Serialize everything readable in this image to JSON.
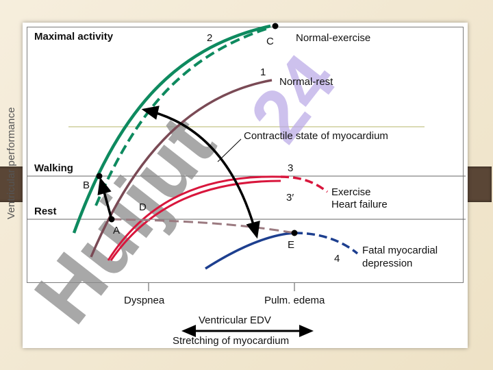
{
  "diagram": {
    "y_axis_label": "Ventricular performance",
    "levels": {
      "max": "Maximal activity",
      "walking": "Walking",
      "rest": "Rest"
    },
    "curves": [
      {
        "id": "2",
        "name": "Normal-exercise",
        "point": "C"
      },
      {
        "id": "1",
        "name": "Normal-rest"
      },
      {
        "id": "3",
        "name": "Exercise",
        "alt_id": "3′"
      },
      {
        "id": "4",
        "name": "Fatal myocardial depression",
        "point": "E"
      }
    ],
    "label_normal_exercise": "Normal-exercise",
    "label_normal_rest": "Normal-rest",
    "label_contractile": "Contractile state of myocardium",
    "label_exercise": "Exercise",
    "label_heart_failure": "Heart failure",
    "label_fatal_1": "Fatal myocardial",
    "label_fatal_2": "depression",
    "num_1": "1",
    "num_2": "2",
    "num_3": "3",
    "num_3p": "3′",
    "num_4": "4",
    "pt_A": "A",
    "pt_B": "B",
    "pt_C": "C",
    "pt_D": "D",
    "pt_E": "E",
    "x_tick_1": "Dyspnea",
    "x_tick_2": "Pulm. edema",
    "x_axis_label": "Ventricular EDV",
    "x_axis_sublabel": "Stretching of myocardium",
    "watermark": "Huijut 24",
    "colors": {
      "normal_exercise": "#0e8a5f",
      "normal_rest": "#7a4a55",
      "exercise_hf": "#d8163c",
      "fatal": "#1d3f8f",
      "arrow": "#000000",
      "watermark_gray": "#8c8c8c",
      "watermark_violet": "#b9a7e6"
    }
  }
}
